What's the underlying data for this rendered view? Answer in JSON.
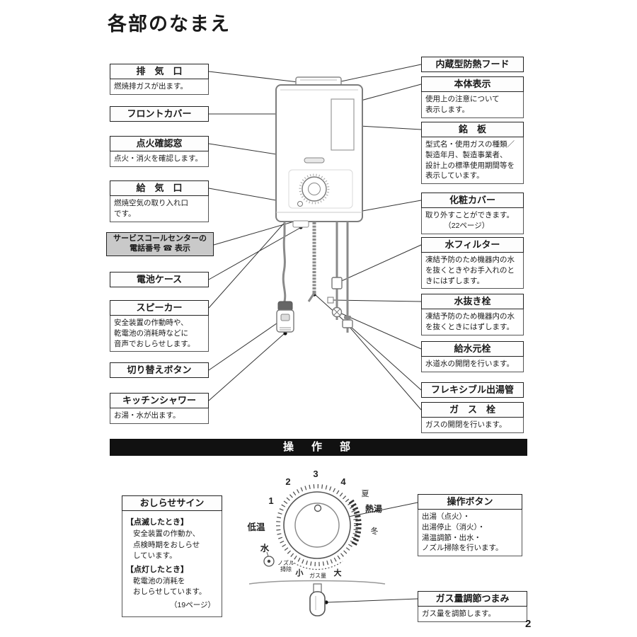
{
  "page": {
    "title": "各部のなまえ",
    "number": "2"
  },
  "section_bar": {
    "label": "操　作　部"
  },
  "left_labels": [
    {
      "title": "排　気　口",
      "desc": "燃焼排ガスが出ます。"
    },
    {
      "title": "フロントカバー"
    },
    {
      "title": "点火確認窓",
      "desc": "点火・消火を確認します。"
    },
    {
      "title": "給　気　口",
      "desc": "燃焼空気の取り入れ口\nです。"
    },
    {
      "title": "サービスコールセンターの\n電話番号 ☎ 表示"
    },
    {
      "title": "電池ケース"
    },
    {
      "title": "スピーカー",
      "desc": "安全装置の作動時や、\n乾電池の消耗時などに\n音声でおしらせします。"
    },
    {
      "title": "切り替えボタン"
    },
    {
      "title": "キッチンシャワー",
      "desc": "お湯・水が出ます。"
    }
  ],
  "right_labels": [
    {
      "title": "内蔵型防熱フード"
    },
    {
      "title": "本体表示",
      "desc": "使用上の注意について\n表示します。"
    },
    {
      "title": "銘　板",
      "desc": "型式名・使用ガスの種類／\n製造年月、製造事業者、\n設計上の標準使用期間等を\n表示しています。"
    },
    {
      "title": "化粧カバー",
      "desc": "取り外すことができます。\n　　　（22ページ）"
    },
    {
      "title": "水フィルター",
      "desc": "凍結予防のため機器内の水\nを抜くときやお手入れのと\nきにはずします。"
    },
    {
      "title": "水抜き栓",
      "desc": "凍結予防のため機器内の水\nを抜くときにはずします。"
    },
    {
      "title": "給水元栓",
      "desc": "水道水の開閉を行います。"
    },
    {
      "title": "フレキシブル出湯管"
    },
    {
      "title": "ガ　ス　栓",
      "desc": "ガスの開閉を行います。"
    }
  ],
  "notice": {
    "title": "おしらせサイン",
    "blink_heading": "【点滅したとき】",
    "blink_text": "安全装置の作動か、\n点検時期をおしらせ\nしています。",
    "light_heading": "【点灯したとき】",
    "light_text": "乾電池の消耗を\nおしらせしています。",
    "page_ref": "（19ページ）"
  },
  "operation_button": {
    "title": "操作ボタン",
    "desc": "出湯（点火）・\n出湯停止（消火）・\n湯温調節・出水・\nノズル掃除を行います。"
  },
  "gas_knob": {
    "title": "ガス量調節つまみ",
    "desc": "ガス量を調節します。"
  },
  "dial": {
    "n1": "1",
    "n2": "2",
    "n3": "3",
    "n4": "4",
    "summer": "夏",
    "hot": "熱湯",
    "winter": "冬",
    "low": "低温",
    "water": "水",
    "nozzle_1": "ノズル",
    "nozzle_2": "掃除",
    "small": "小",
    "gas_label": "ガス量",
    "large": "大"
  }
}
